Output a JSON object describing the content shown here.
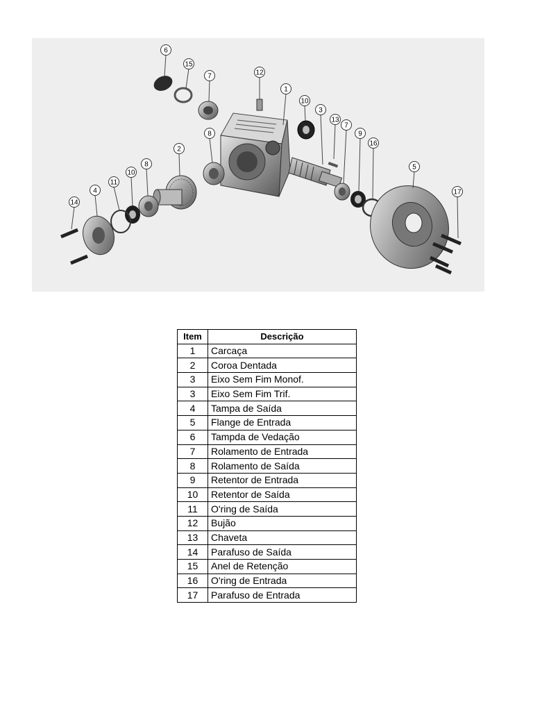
{
  "diagram": {
    "callouts": [
      "6",
      "15",
      "7",
      "12",
      "1",
      "10",
      "3",
      "13",
      "7",
      "9",
      "16",
      "8",
      "2",
      "10",
      "8",
      "11",
      "4",
      "14",
      "5",
      "17"
    ]
  },
  "table": {
    "headers": [
      "Item",
      "Descrição"
    ],
    "rows": [
      [
        "1",
        "Carcaça"
      ],
      [
        "2",
        "Coroa Dentada"
      ],
      [
        "3",
        "Eixo Sem Fim Monof."
      ],
      [
        "3",
        "Eixo Sem Fim Trif."
      ],
      [
        "4",
        "Tampa de Saída"
      ],
      [
        "5",
        "Flange de Entrada"
      ],
      [
        "6",
        "Tampda de Vedação"
      ],
      [
        "7",
        "Rolamento de Entrada"
      ],
      [
        "8",
        "Rolamento de Saída"
      ],
      [
        "9",
        "Retentor de Entrada"
      ],
      [
        "10",
        "Retentor de Saída"
      ],
      [
        "11",
        "O'ring de Saída"
      ],
      [
        "12",
        "Bujão"
      ],
      [
        "13",
        "Chaveta"
      ],
      [
        "14",
        "Parafuso de Saída"
      ],
      [
        "15",
        "Anel de Retenção"
      ],
      [
        "16",
        "O'ring de Entrada"
      ],
      [
        "17",
        "Parafuso de Entrada"
      ]
    ]
  }
}
